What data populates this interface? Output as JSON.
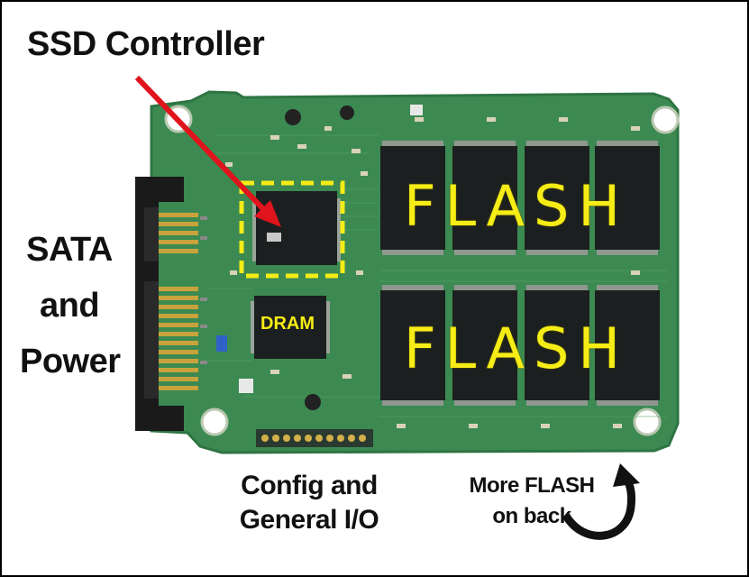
{
  "labels": {
    "ssd_controller": "SSD Controller",
    "sata_power": [
      "SATA",
      "and",
      "Power"
    ],
    "flash_top": "FLASH",
    "flash_bottom": "FLASH",
    "dram": "DRAM",
    "config_io": [
      "Config and",
      "General I/O"
    ],
    "more_flash": [
      "More FLASH",
      "on back"
    ]
  },
  "colors": {
    "pcb_green": "#3c8a52",
    "pcb_edge": "#2f7443",
    "chip_black": "#1c1f1f",
    "highlight_yellow": "#f6ec16",
    "arrow_red": "#e0141c",
    "connector_black": "#1a1a1a",
    "gold_pin": "#c8a23c"
  },
  "icons": {
    "pointer_arrow": "red-arrow-icon",
    "curved_arrow": "curved-arrow-icon"
  }
}
